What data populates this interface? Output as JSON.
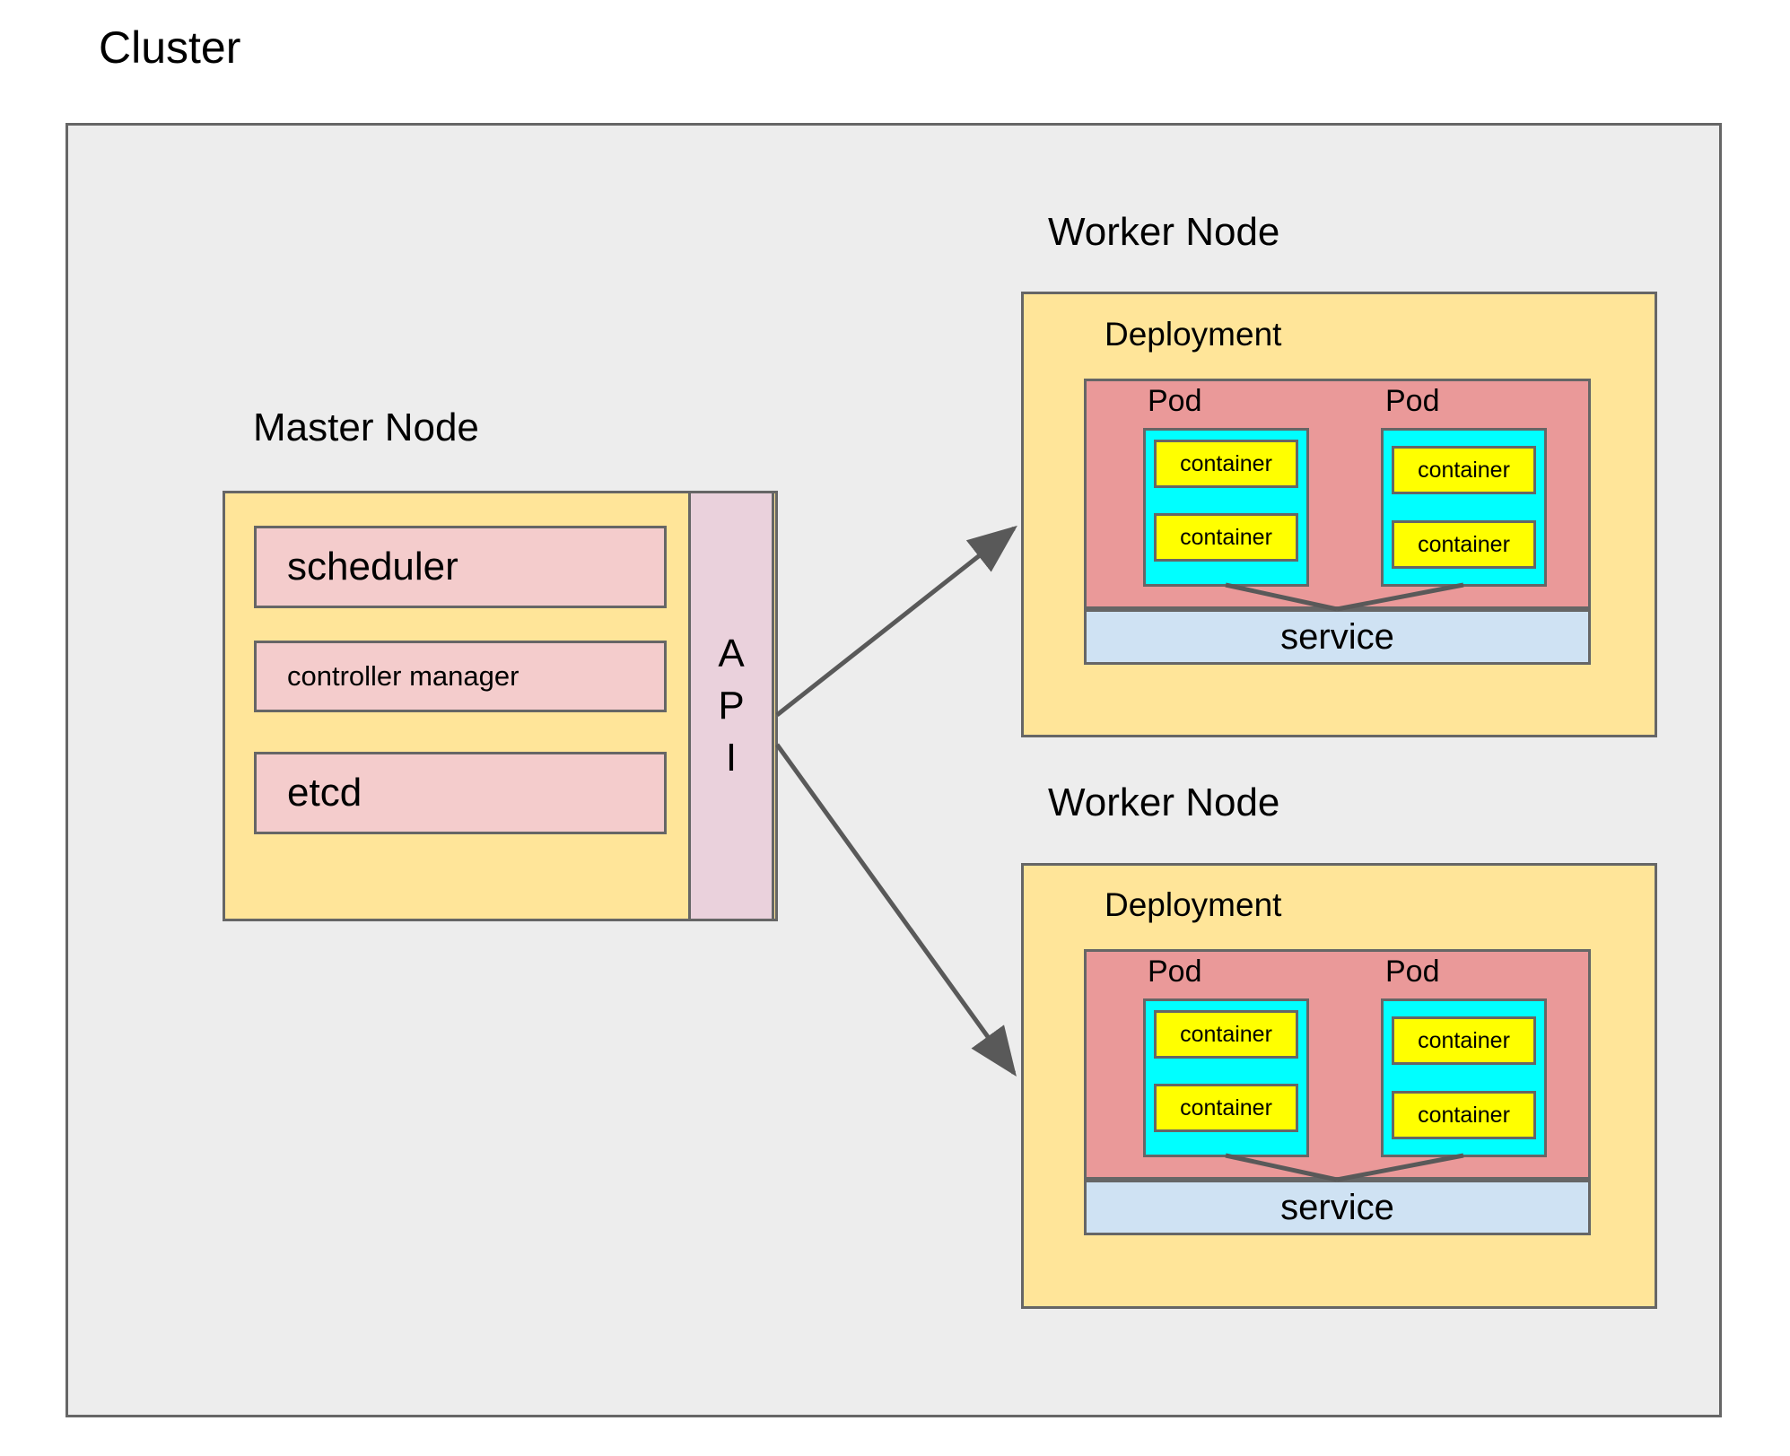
{
  "diagram": {
    "type": "kubernetes-architecture",
    "cluster_label": "Cluster",
    "master": {
      "title": "Master Node",
      "components": [
        {
          "label": "scheduler"
        },
        {
          "label": "controller manager"
        },
        {
          "label": "etcd"
        }
      ],
      "api": {
        "label": "API",
        "letters": [
          "A",
          "P",
          "I"
        ]
      }
    },
    "workers": [
      {
        "title": "Worker Node",
        "deployment_label": "Deployment",
        "service_label": "service",
        "pods": [
          {
            "label": "Pod",
            "containers": [
              "container",
              "container"
            ]
          },
          {
            "label": "Pod",
            "containers": [
              "container",
              "container"
            ]
          }
        ]
      },
      {
        "title": "Worker Node",
        "deployment_label": "Deployment",
        "service_label": "service",
        "pods": [
          {
            "label": "Pod",
            "containers": [
              "container",
              "container"
            ]
          },
          {
            "label": "Pod",
            "containers": [
              "container",
              "container"
            ]
          }
        ]
      }
    ],
    "colors": {
      "cluster_fill": "#ededed",
      "node_fill": "#ffe599",
      "component_fill": "#f4cccc",
      "api_fill": "#ead1dc",
      "pods_area_fill": "#ea9999",
      "pod_fill": "#00ffff",
      "container_fill": "#ffff00",
      "service_fill": "#cfe2f3",
      "stroke": "#666666",
      "page_background": "#ffffff"
    }
  }
}
